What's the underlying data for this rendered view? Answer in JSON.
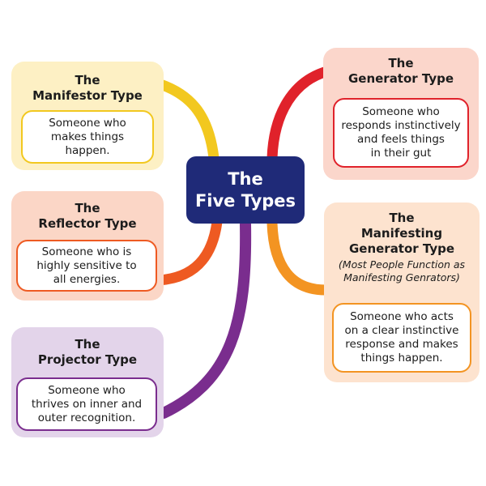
{
  "center": {
    "title_lines": [
      "The",
      "Five Types"
    ],
    "color": "#1f2a78"
  },
  "types": [
    {
      "key": "manifestor",
      "title_lines": [
        "The",
        "Manifestor Type"
      ],
      "note_lines": [],
      "description_lines": [
        "Someone who",
        "makes things",
        "happen."
      ],
      "card_color": "#fdf0c4",
      "border_color": "#f2c81f",
      "connector_color": "#f2c81f"
    },
    {
      "key": "generator",
      "title_lines": [
        "The",
        "Generator Type"
      ],
      "note_lines": [],
      "description_lines": [
        "Someone who",
        "responds instinctively",
        "and feels things",
        "in their gut"
      ],
      "card_color": "#fbd6cb",
      "border_color": "#e0222b",
      "connector_color": "#e0222b"
    },
    {
      "key": "reflector",
      "title_lines": [
        "The",
        "Reflector Type"
      ],
      "note_lines": [],
      "description_lines": [
        "Someone who is",
        "highly sensitive to",
        "all energies."
      ],
      "card_color": "#fbd6c6",
      "border_color": "#ee5a22",
      "connector_color": "#ee5a22"
    },
    {
      "key": "manifesting-generator",
      "title_lines": [
        "The",
        "Manifesting",
        "Generator Type"
      ],
      "note_lines": [
        "(Most People Function as",
        "Manifesting Genrators)"
      ],
      "description_lines": [
        "Someone who acts",
        "on a clear instinctive",
        "response and makes",
        "things happen."
      ],
      "card_color": "#fde3cf",
      "border_color": "#f39422",
      "connector_color": "#f39422"
    },
    {
      "key": "projector",
      "title_lines": [
        "The",
        "Projector Type"
      ],
      "note_lines": [],
      "description_lines": [
        "Someone who",
        "thrives on inner and",
        "outer recognition."
      ],
      "card_color": "#e3d4ea",
      "border_color": "#7a2d8e",
      "connector_color": "#7a2d8e"
    }
  ]
}
